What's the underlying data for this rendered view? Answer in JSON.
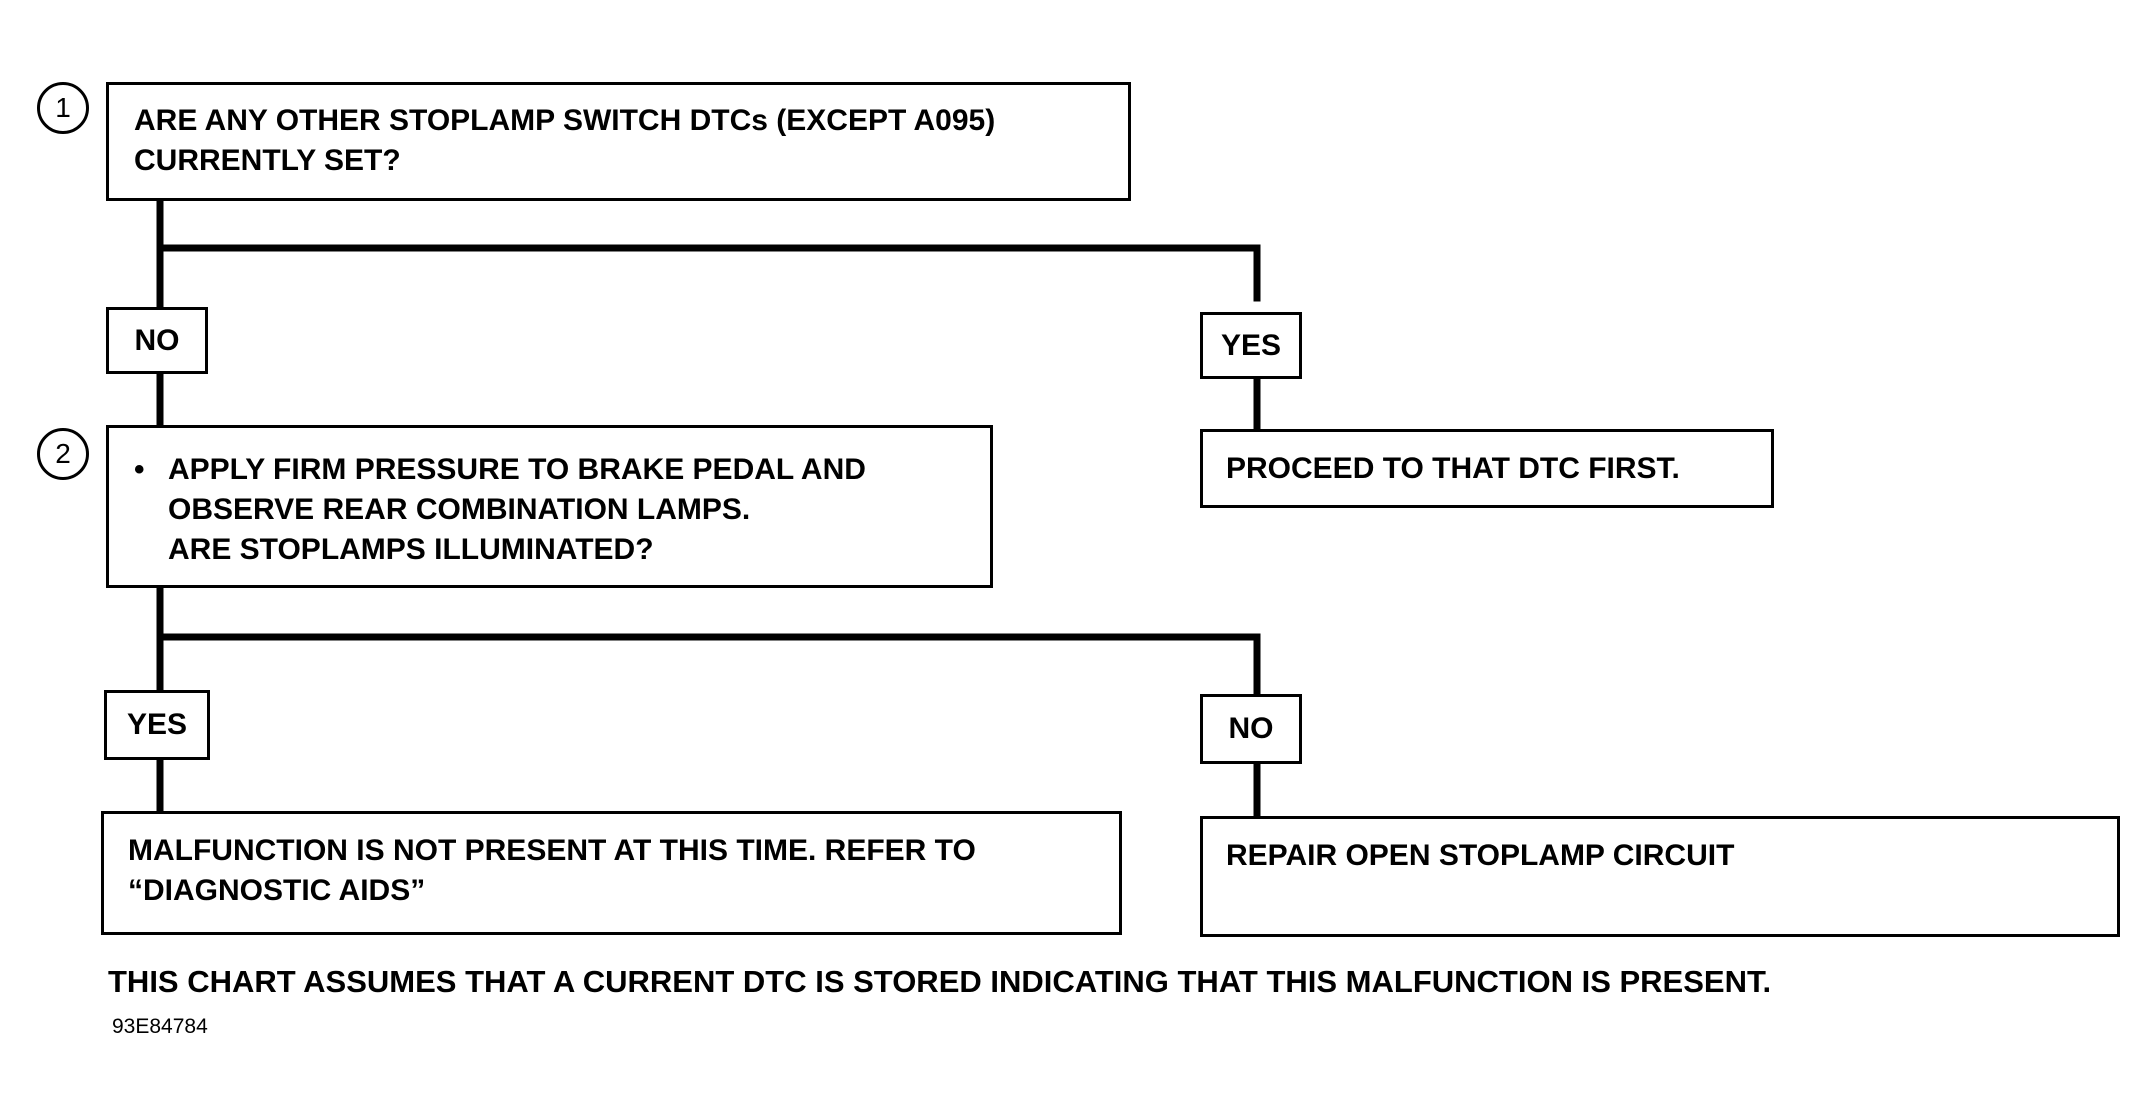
{
  "steps": [
    {
      "number": "1",
      "question_lines": [
        "ARE ANY OTHER STOPLAMP SWITCH DTCs (EXCEPT A095)",
        "CURRENTLY SET?"
      ]
    },
    {
      "number": "2",
      "bullet": "•",
      "question_lines": [
        "APPLY FIRM PRESSURE TO BRAKE PEDAL AND",
        "OBSERVE REAR COMBINATION LAMPS.",
        "ARE STOPLAMPS ILLUMINATED?"
      ]
    }
  ],
  "branches": {
    "step1_no": "NO",
    "step1_yes": "YES",
    "step2_yes": "YES",
    "step2_no": "NO"
  },
  "results": {
    "step1_yes": "PROCEED TO THAT DTC FIRST.",
    "step2_yes_lines": [
      "MALFUNCTION IS NOT PRESENT AT THIS TIME.  REFER TO",
      "“DIAGNOSTIC AIDS”"
    ],
    "step2_no": "REPAIR OPEN STOPLAMP CIRCUIT"
  },
  "footnote": "THIS CHART ASSUMES THAT A CURRENT DTC IS STORED INDICATING THAT THIS MALFUNCTION IS PRESENT.",
  "figure_code": "93E84784",
  "colors": {
    "ink": "#000000",
    "paper": "#ffffff"
  }
}
